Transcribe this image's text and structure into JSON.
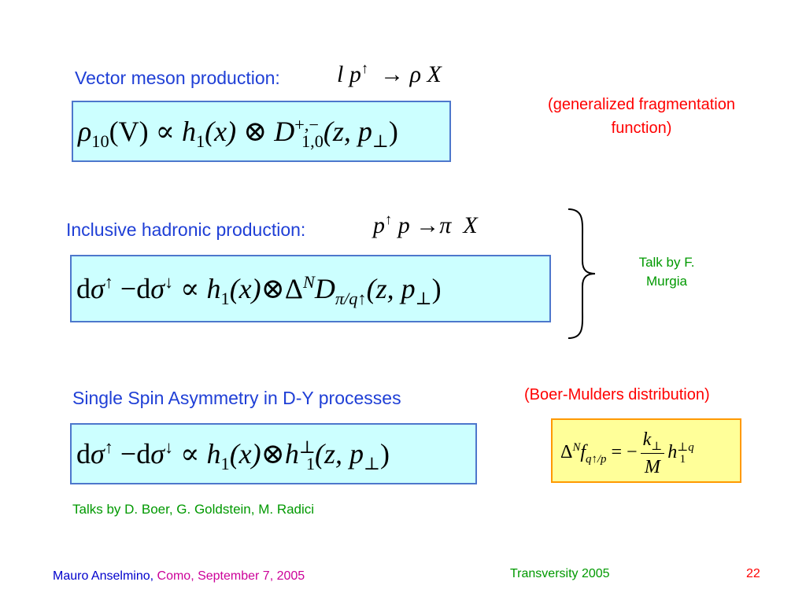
{
  "section1": {
    "heading": "Vector meson production:",
    "reaction_l": "l",
    "reaction_p": "p",
    "reaction_up": "↑",
    "reaction_arrow": "→",
    "reaction_rho": "ρ",
    "reaction_X": "X",
    "formula": {
      "rho": "ρ",
      "rho_sub": "10",
      "arg": "(V)",
      "propto": "∝",
      "h": "h",
      "h_sub": "1",
      "hx": "(x)",
      "otimes": "⊗",
      "D": "D",
      "D_sup": "+,−",
      "D_sub": "1,0",
      "D_arg_open": "(z, p",
      "perp": "⊥",
      "D_arg_close": ")"
    },
    "note_line1": "(generalized fragmentation",
    "note_line2": "function)"
  },
  "section2": {
    "heading": "Inclusive hadronic production:",
    "reaction_p1": "p",
    "reaction_up": "↑",
    "reaction_p2": "p",
    "reaction_arrow": "→",
    "reaction_pi": "π",
    "reaction_X": "X",
    "formula": {
      "d1": "d",
      "sigma1": "σ",
      "up": "↑",
      "minus": "−",
      "d2": "d",
      "sigma2": "σ",
      "down": "↓",
      "propto": "∝",
      "h": "h",
      "h_sub": "1",
      "hx": "(x)",
      "otimes": "⊗",
      "Delta": "Δ",
      "N": "N",
      "D": "D",
      "D_sub": "π/q↑",
      "D_arg_open": "(z, p",
      "perp": "⊥",
      "D_arg_close": ")"
    },
    "talk_line1": "Talk by F.",
    "talk_line2": "Murgia"
  },
  "section3": {
    "heading": "Single Spin Asymmetry in D-Y processes",
    "formula": {
      "d1": "d",
      "sigma1": "σ",
      "up": "↑",
      "minus": "−",
      "d2": "d",
      "sigma2": "σ",
      "down": "↓",
      "propto": "∝",
      "h": "h",
      "h_sub": "1",
      "hx": "(x)",
      "otimes": "⊗",
      "h2": "h",
      "h2_sup": "⊥",
      "h2_sub": "1",
      "arg_open": "(z, p",
      "perp": "⊥",
      "arg_close": ")"
    },
    "note": "(Boer-Mulders distribution)",
    "bm_formula": {
      "Delta": "Δ",
      "N": "N",
      "f": "f",
      "f_sub": "q↑/p",
      "eq": "= −",
      "num": "k",
      "num_sub": "⊥",
      "den": "M",
      "h": "h",
      "h_sup": "⊥q",
      "h_sub": "1"
    },
    "talks": "Talks by D. Boer, G. Goldstein, M. Radici"
  },
  "footer": {
    "author": "Mauro Anselmino,",
    "place_date": "Como, September 7, 2005",
    "conference": "Transversity 2005",
    "page": "22"
  },
  "colors": {
    "heading_blue": "#1f3fd6",
    "note_red": "#ff0000",
    "talk_green": "#009900",
    "box_fill": "#ccffff",
    "box_border": "#4d77cc",
    "bm_box_fill": "#ffff99",
    "bm_box_border": "#ff9900"
  }
}
